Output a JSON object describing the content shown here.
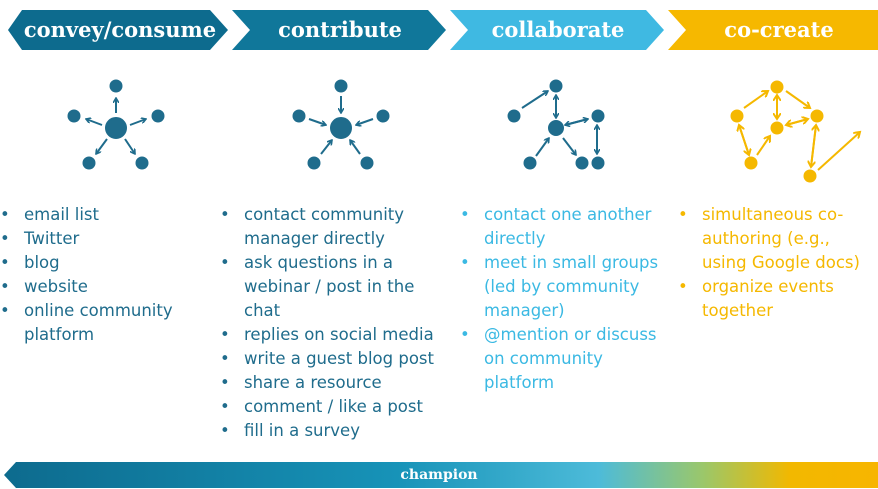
{
  "stages": [
    {
      "label": "convey/consume",
      "color": "#0d6b8e"
    },
    {
      "label": "contribute",
      "color": "#10779a"
    },
    {
      "label": "collaborate",
      "color": "#3fb9e2"
    },
    {
      "label": "co-create",
      "color": "#f6b800"
    }
  ],
  "columns": [
    {
      "items": [
        "email list",
        "Twitter",
        "blog",
        "website",
        "online community platform"
      ]
    },
    {
      "items": [
        "contact community manager directly",
        "ask questions in a webinar / post in the chat",
        "replies on social media",
        "write a guest blog post",
        "share a resource",
        "comment / like a post",
        "fill in a survey"
      ]
    },
    {
      "items": [
        "contact one another directly",
        "meet in small groups (led by community manager)",
        "@mention or discuss on community platform"
      ]
    },
    {
      "items": [
        "simultaneous co-authoring (e.g., using Google docs)",
        "organize events together"
      ]
    }
  ],
  "footer": {
    "label": "champion"
  }
}
